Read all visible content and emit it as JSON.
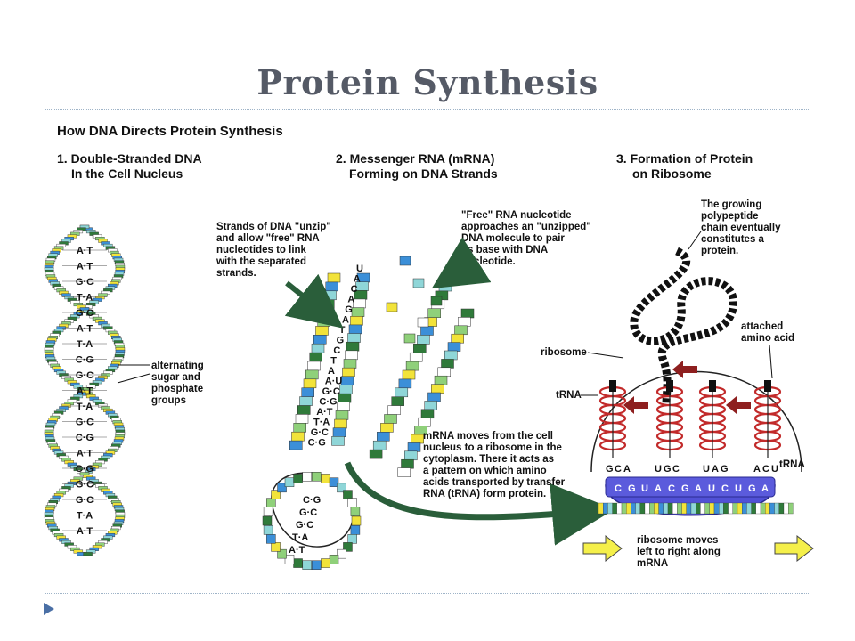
{
  "slide": {
    "title": "Protein Synthesis"
  },
  "diagram": {
    "heading": "How DNA Directs Protein Synthesis",
    "panels": [
      {
        "line1": "1. Double-Stranded DNA",
        "line2": "In the Cell Nucleus"
      },
      {
        "line1": "2. Messenger RNA (mRNA)",
        "line2": "Forming on DNA Strands"
      },
      {
        "line1": "3. Formation of Protein",
        "line2": "on Ribosome"
      }
    ],
    "annotations": {
      "unzip": [
        "Strands of DNA \"unzip\"",
        "and allow \"free\" RNA",
        "nucleotides to link",
        "with the separated",
        "strands."
      ],
      "free_rna": [
        "\"Free\" RNA nucleotide",
        "approaches an \"unzipped\"",
        "DNA molecule to pair",
        "its base with DNA",
        "nucleotide."
      ],
      "polypeptide": [
        "The growing",
        "polypeptide",
        "chain eventually",
        "constitutes a",
        "protein."
      ],
      "alternating": [
        "alternating",
        "sugar and",
        "phosphate",
        "groups"
      ],
      "mrna_moves": [
        "mRNA moves from the cell",
        "nucleus to a ribosome in the",
        "cytoplasm. There it acts as",
        "a pattern on which amino",
        "acids transported by transfer",
        "RNA (tRNA) form protein."
      ],
      "ribosome_moves": [
        "ribosome moves",
        "left to right along",
        "mRNA"
      ],
      "ribosome": "ribosome",
      "attached_amino": [
        "attached",
        "amino acid"
      ],
      "trna_left": "tRNA",
      "trna_right": "tRNA"
    },
    "dna_pairs": [
      "A·T",
      "A·T",
      "G·C",
      "T·A",
      "G·C",
      "A·T",
      "T·A",
      "C·G",
      "G·C",
      "A·T",
      "T·A",
      "G·C",
      "C·G",
      "A·T",
      "C·G",
      "G·C",
      "G·C",
      "T·A",
      "A·T"
    ],
    "unzip_bases": [
      "U",
      "A",
      "C",
      "A",
      "G",
      "A",
      "T",
      "G",
      "C",
      "T",
      "A",
      "A·U",
      "G·C",
      "C·G",
      "A·T",
      "T·A",
      "G·C",
      "C·G"
    ],
    "lower_pairs": [
      "C·G",
      "G·C",
      "G·C",
      "T·A",
      "A·T"
    ],
    "mrna_codons": [
      "C",
      "G",
      "U",
      "A",
      "C",
      "G",
      "A",
      "U",
      "C",
      "U",
      "G",
      "A"
    ],
    "trna_anticodons": [
      "G",
      "C",
      "A",
      "U",
      "G",
      "C",
      "U",
      "A",
      "G",
      "A",
      "C",
      "U"
    ],
    "colors": {
      "title": "#555a66",
      "rule": "#9fb4c8",
      "bullet": "#4a6fa5",
      "arrow_green": "#2a5e3a",
      "arrow_red": "#8e1f1f",
      "mrna_blue": "#4a4ad0",
      "yellow_arrow": "#f5f04a",
      "helix_red": "#c22a2a"
    }
  }
}
